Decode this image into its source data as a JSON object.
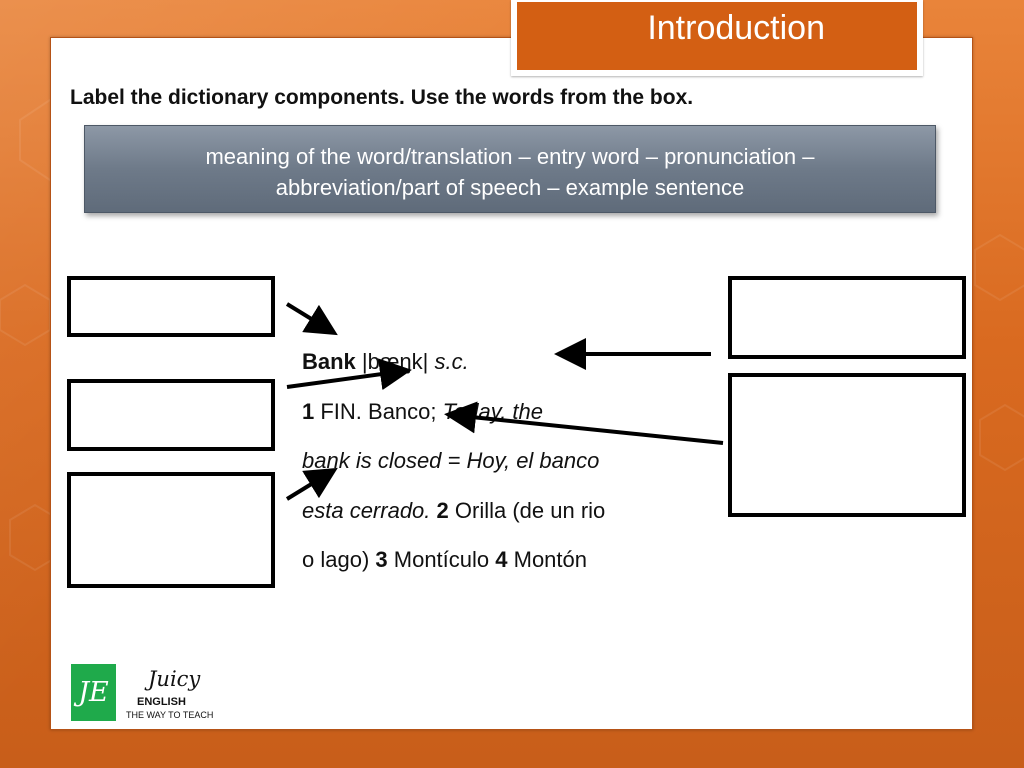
{
  "slide": {
    "title": "Introduction",
    "instruction": "Label the dictionary components. Use the words from the box.",
    "word_box": {
      "line1": "meaning of the word/translation – entry word – pronunciation –",
      "line2": "abbreviation/part of speech – example sentence"
    },
    "entry": {
      "headword": "Bank",
      "pronunciation": " |bæŋk| ",
      "abbreviation": "s.c.",
      "sense1_num": "1",
      "sense1_label": " FIN. Banco; ",
      "example_part1": "Today, the",
      "example_part2": "bank is closed = Hoy, el banco",
      "example_part3": "esta cerrado.",
      "sense2_num": " 2",
      "sense2_text": " Orilla (de un rio",
      "sense2_text_cont": "o lago) ",
      "sense3_num": "3",
      "sense3_text": " Montículo ",
      "sense4_num": "4",
      "sense4_text": " Montón"
    },
    "logo": {
      "badge": "JE",
      "name_script": "Juicy",
      "name_bold": "ENGLISH",
      "tagline": "THE WAY TO TEACH",
      "badge_color": "#1faa4b"
    }
  }
}
